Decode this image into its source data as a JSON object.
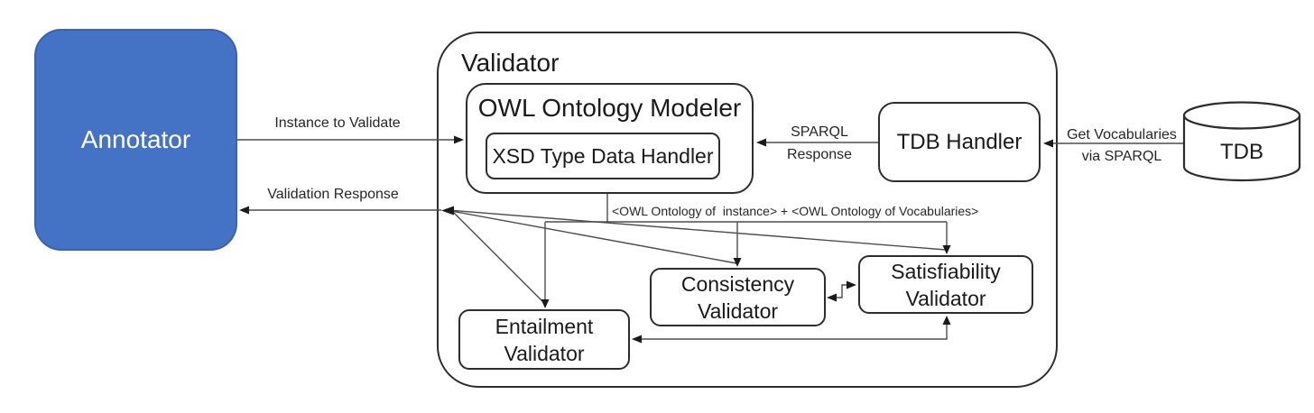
{
  "diagram": {
    "title": "Validator",
    "nodes": {
      "annotator": {
        "label": "Annotator"
      },
      "owl_modeler": {
        "label": "OWL Ontology Modeler"
      },
      "xsd_handler": {
        "label": "XSD Type Data Handler"
      },
      "tdb_handler": {
        "label": "TDB Handler"
      },
      "tdb": {
        "label": "TDB"
      },
      "consistency": {
        "line1": "Consistency",
        "line2": "Validator"
      },
      "satisfiability": {
        "line1": "Satisfiability",
        "line2": "Validator"
      },
      "entailment": {
        "line1": "Entailment",
        "line2": "Validator"
      }
    },
    "edges": {
      "instance_to_validate": {
        "label": "Instance to Validate"
      },
      "validation_response": {
        "label": "Validation Response"
      },
      "sparql_response": {
        "line1": "SPARQL",
        "line2": "Response"
      },
      "get_vocabularies": {
        "line1": "Get Vocabularies",
        "line2": "via SPARQL"
      },
      "ontology_output": {
        "label": "<OWL Ontology of  instance> + <OWL Ontology of Vocabularies>"
      }
    },
    "colors": {
      "annotator_fill": "#4472C4",
      "annotator_text": "#FFFFFF",
      "box_border": "#2D2D2D",
      "connector": "#4D4D4D",
      "background": "#FFFFFF"
    }
  }
}
